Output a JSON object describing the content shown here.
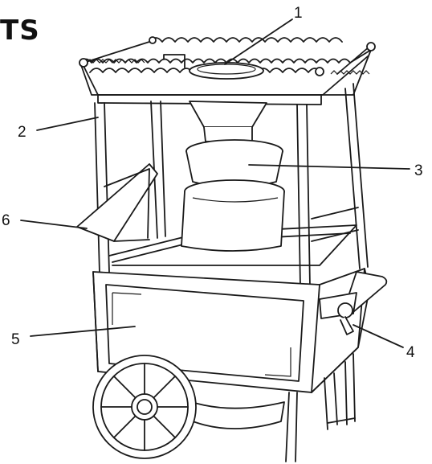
{
  "heading_fragment": "TS",
  "callouts": [
    {
      "id": "1",
      "label": "1"
    },
    {
      "id": "2",
      "label": "2"
    },
    {
      "id": "3",
      "label": "3"
    },
    {
      "id": "4",
      "label": "4"
    },
    {
      "id": "5",
      "label": "5"
    },
    {
      "id": "6",
      "label": "6"
    }
  ],
  "colors": {
    "ink": "#1a1a1a",
    "paper": "#ffffff"
  }
}
